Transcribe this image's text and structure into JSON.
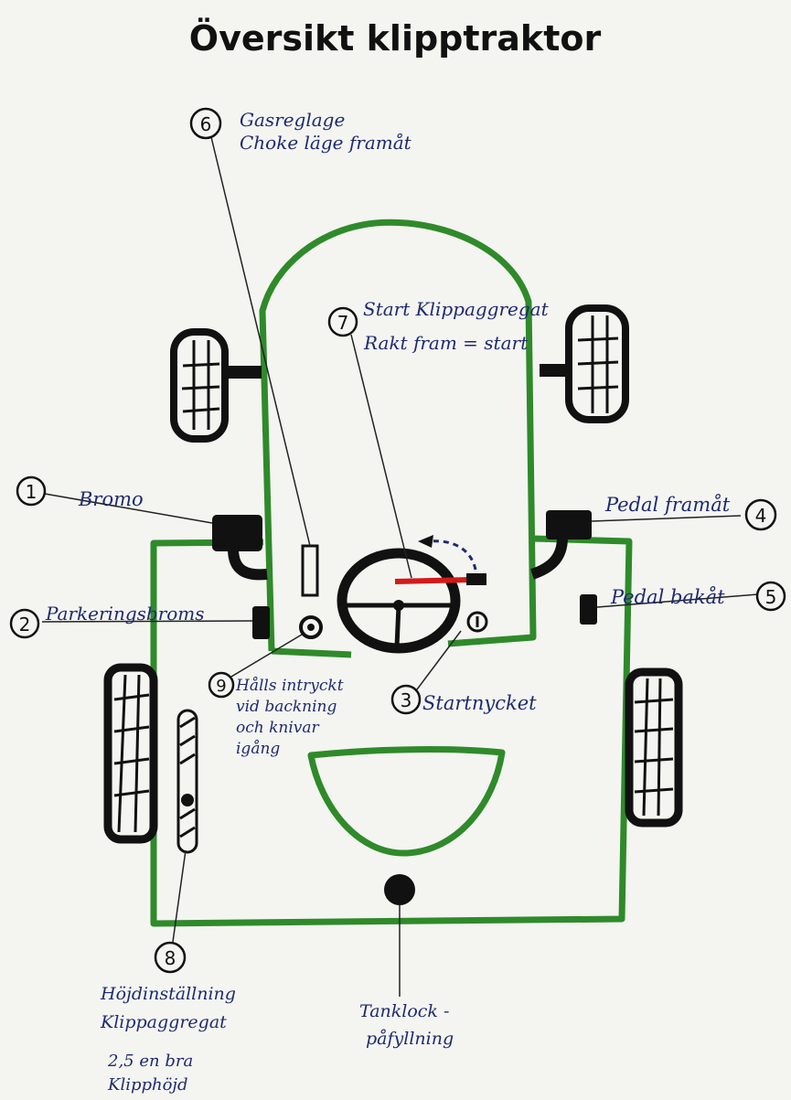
{
  "title": "Översikt klipptraktor",
  "colors": {
    "body_outline": "#2f8a2a",
    "ink": "#1f2a6e",
    "black": "#111111",
    "red_lever": "#d21a1a",
    "paper": "#f4f4f1"
  },
  "callouts": [
    {
      "number": "1",
      "lines": [
        "Bromo"
      ]
    },
    {
      "number": "2",
      "lines": [
        "Parkeringsbroms"
      ]
    },
    {
      "number": "3",
      "lines": [
        "Startnycket"
      ]
    },
    {
      "number": "4",
      "lines": [
        "Pedal framåt"
      ]
    },
    {
      "number": "5",
      "lines": [
        "Pedal bakåt"
      ]
    },
    {
      "number": "6",
      "lines": [
        "Gasreglage",
        "Choke läge framåt"
      ]
    },
    {
      "number": "7",
      "lines": [
        "Start Klippaggregat",
        "Rakt fram = start"
      ]
    },
    {
      "number": "8",
      "lines": [
        "Höjdinställning",
        "Klippaggregat",
        "2,5 en bra",
        "Klipphöjd"
      ]
    },
    {
      "number": "9",
      "lines": [
        "Hålls intryckt",
        "vid backning",
        "och knivar",
        "igång"
      ]
    }
  ],
  "tank_label": [
    "Tanklock -",
    "påfyllning"
  ]
}
